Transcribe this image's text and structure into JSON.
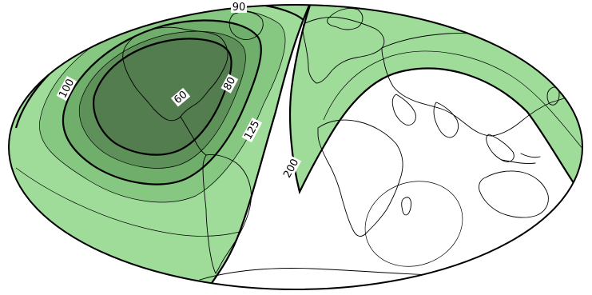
{
  "map": {
    "projection": "hammer",
    "colors": {
      "fill_outer": "#9fdc9a",
      "fill_2": "#86c882",
      "fill_3": "#70ae6b",
      "fill_4": "#5e9159",
      "fill_core": "#537d4f",
      "ocean": "#ffffff",
      "lines": "#000000"
    },
    "contour_labels": [
      {
        "id": "label-100",
        "text": "100"
      },
      {
        "id": "label-80",
        "text": "80"
      },
      {
        "id": "label-60",
        "text": "60"
      },
      {
        "id": "label-125",
        "text": "125"
      },
      {
        "id": "label-200",
        "text": "200"
      },
      {
        "id": "label-top",
        "text": "90"
      }
    ]
  }
}
